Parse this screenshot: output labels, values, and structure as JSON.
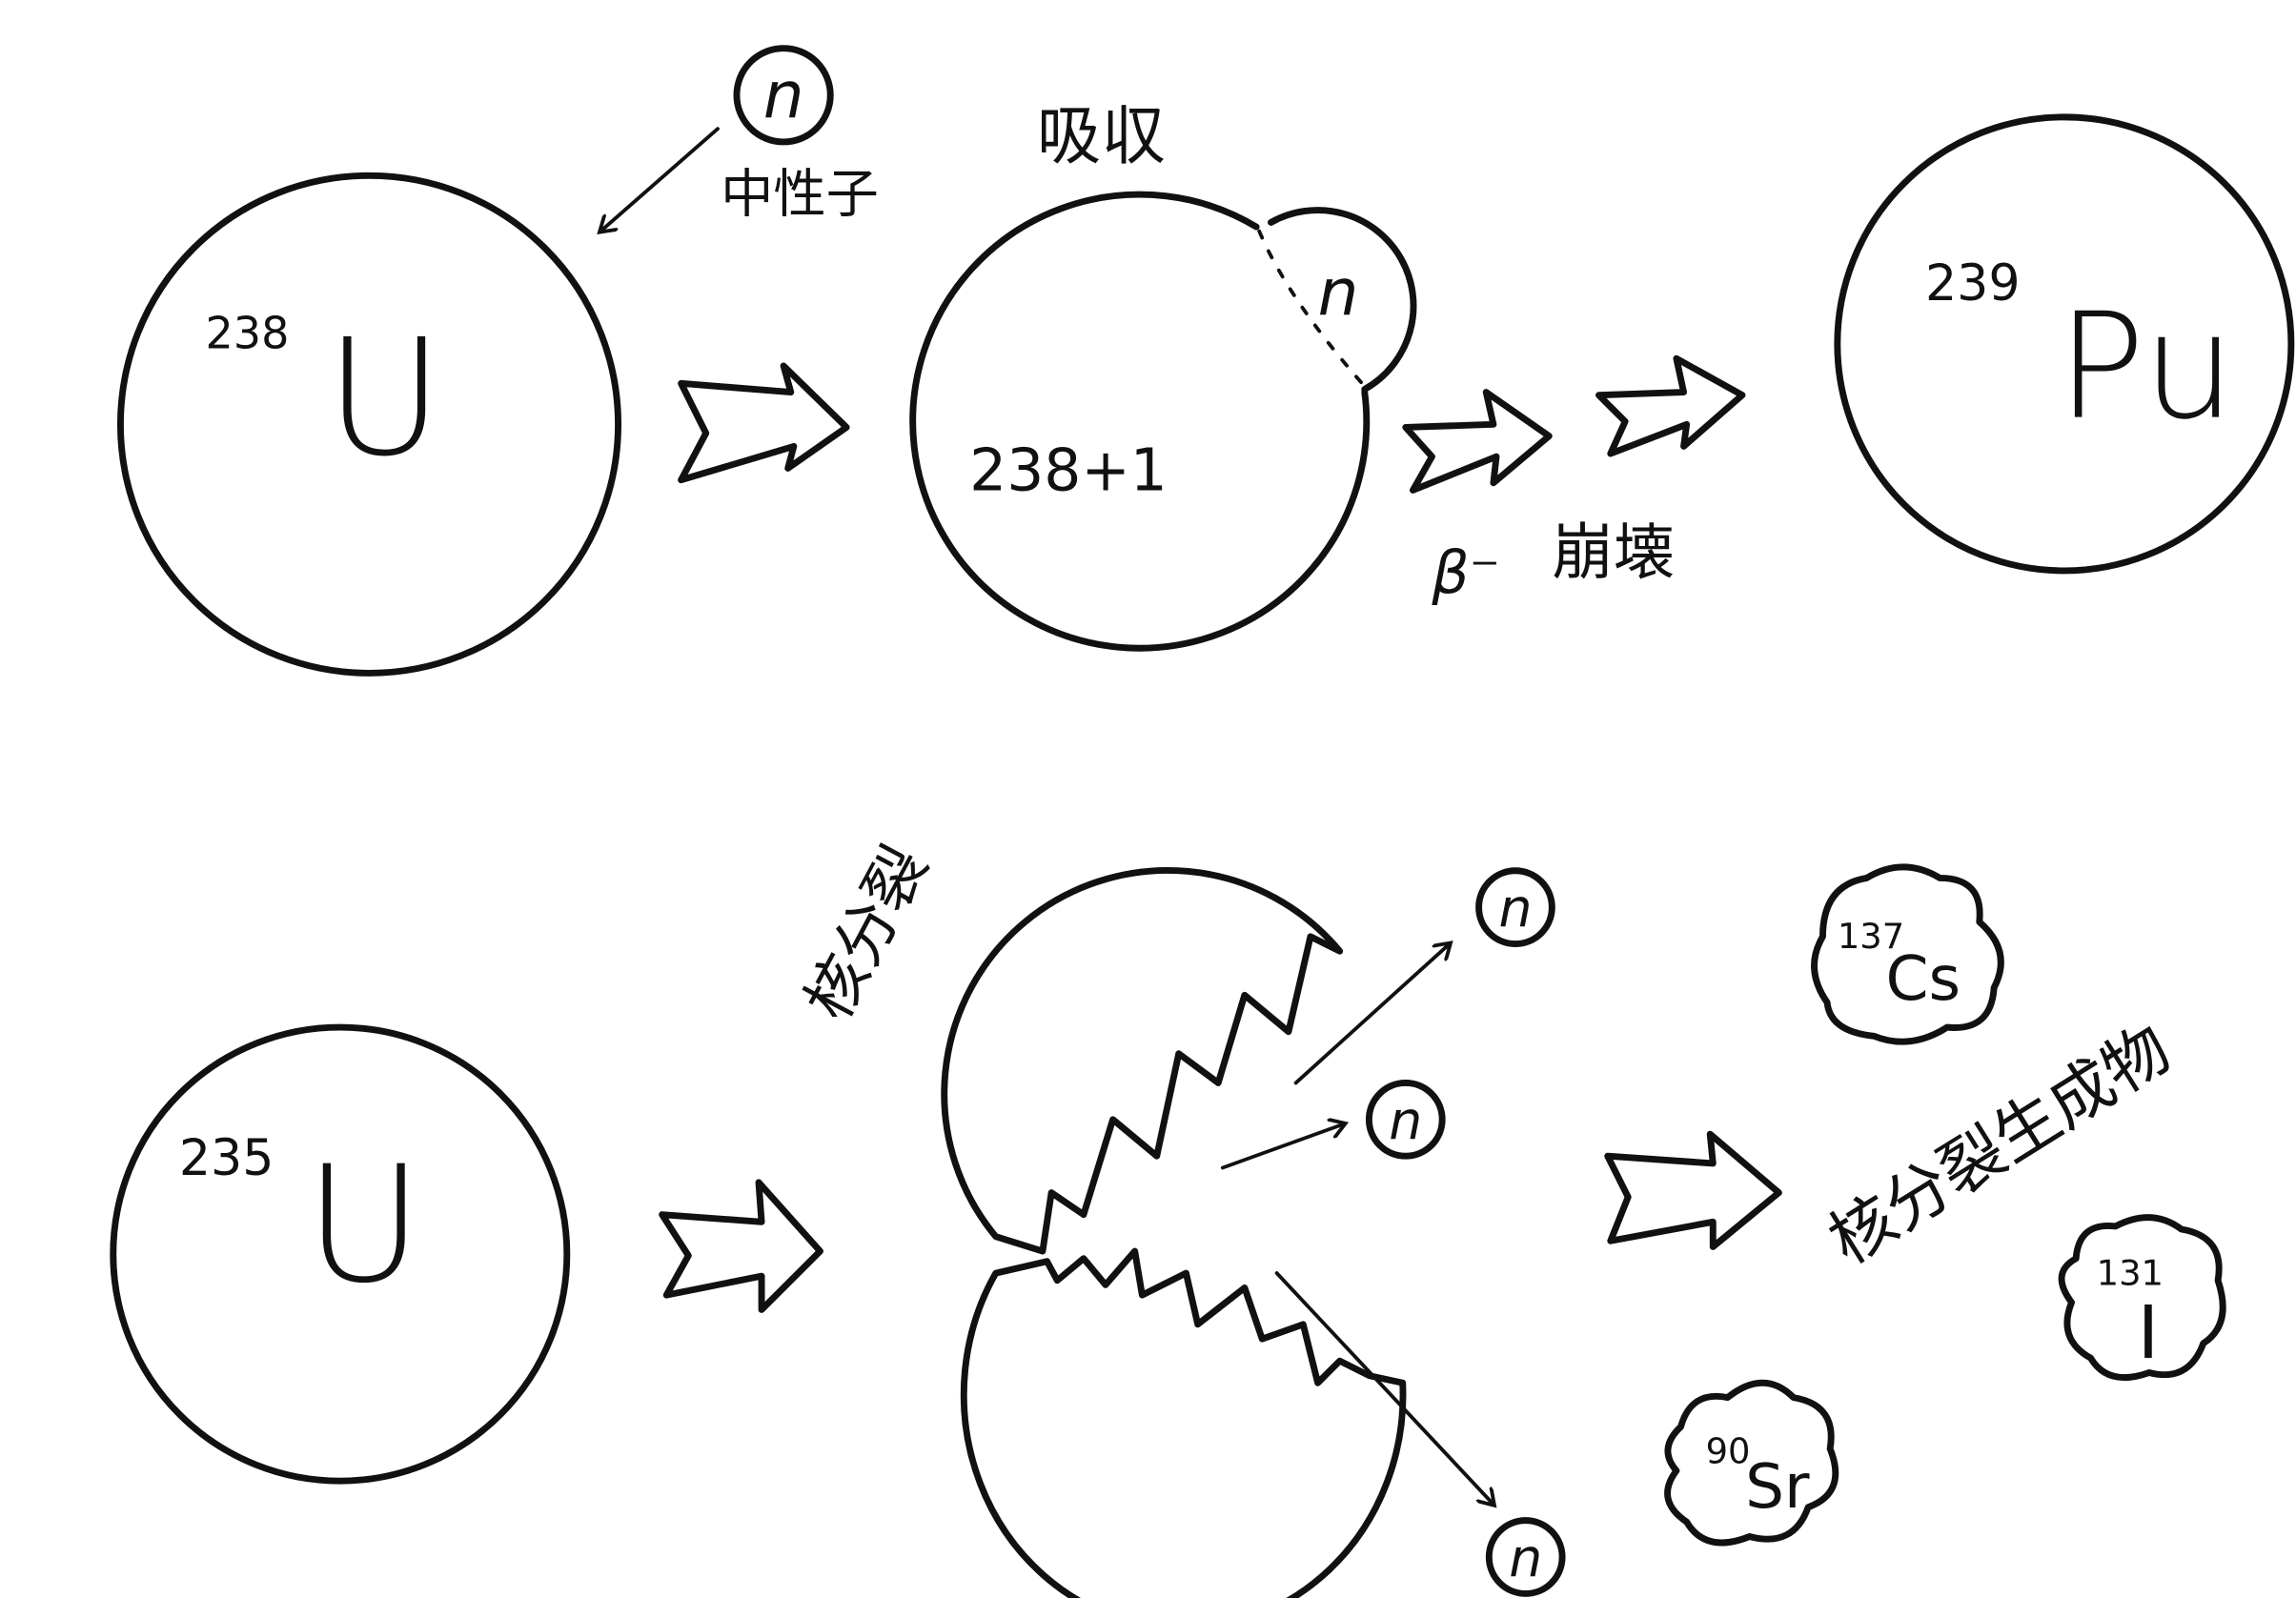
{
  "top_row": {
    "neutron_label": "n",
    "neutron_caption": "中性子",
    "u238_mass": "238",
    "u238_symbol": "U",
    "absorption_label": "吸収",
    "absorbed_neutron": "n",
    "absorbed_mass": "238+1",
    "beta_symbol": "β⁻",
    "beta_decay_label": "崩壊",
    "pu239_mass": "239",
    "pu239_symbol": "Pu"
  },
  "bottom_row": {
    "u235_mass": "235",
    "u235_symbol": "U",
    "fission_label": "核分裂",
    "emitted_neutrons": [
      "n",
      "n",
      "n"
    ],
    "products_label": "核分裂生成物",
    "products": [
      {
        "mass": "137",
        "symbol": "Cs"
      },
      {
        "mass": "131",
        "symbol": "I"
      },
      {
        "mass": "90",
        "symbol": "Sr"
      }
    ]
  }
}
